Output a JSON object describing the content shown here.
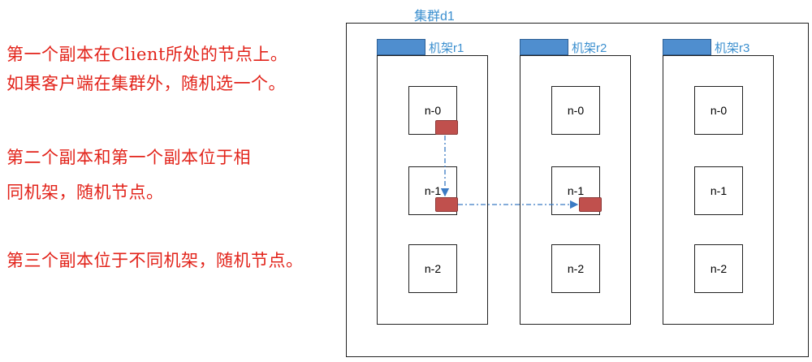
{
  "notes": [
    "第一个副本在Client所处的节点上。",
    "如果客户端在集群外，随机选一个。",
    "第二个副本和第一个副本位于相",
    "同机架，随机节点。",
    "第三个副本位于不同机架，随机节点。"
  ],
  "cluster": {
    "label": "集群d1",
    "racks": [
      {
        "label": "机架r1",
        "nodes": [
          "n-0",
          "n-1",
          "n-2"
        ]
      },
      {
        "label": "机架r2",
        "nodes": [
          "n-0",
          "n-1",
          "n-2"
        ]
      },
      {
        "label": "机架r3",
        "nodes": [
          "n-0",
          "n-1",
          "n-2"
        ]
      }
    ]
  },
  "replicas": [
    {
      "rack": "机架r1",
      "node": "n-0"
    },
    {
      "rack": "机架r1",
      "node": "n-1"
    },
    {
      "rack": "机架r2",
      "node": "n-1"
    }
  ],
  "colors": {
    "note_text": "#e2231a",
    "label_blue": "#3b8fcf",
    "rack_tab": "#4f8ecf",
    "replica_fill": "#c0504d",
    "link": "#3b7bc4"
  }
}
